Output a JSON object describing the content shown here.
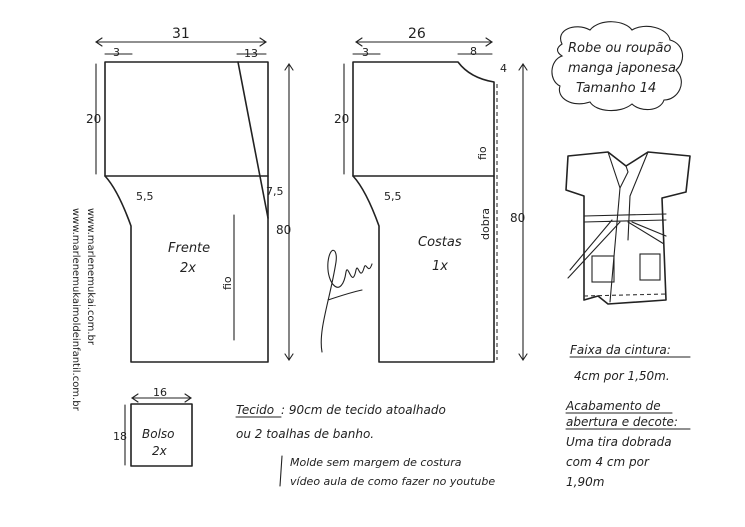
{
  "title": {
    "line1": "Robe ou roupão",
    "line2": "manga japonesa",
    "line3": "Tamanho 14"
  },
  "front": {
    "name": "Frente",
    "qty": "2x",
    "width": "31",
    "offset_left": "3",
    "offset_right": "13",
    "height_upper": "20",
    "height_total": "80",
    "curve": "5,5",
    "curve_right": "7,5",
    "grain": "fio"
  },
  "back": {
    "name": "Costas",
    "qty": "1x",
    "width": "26",
    "offset_left": "3",
    "neck_width": "8",
    "neck_depth": "4",
    "height_upper": "20",
    "height_total": "80",
    "curve": "5,5",
    "fold": "dobra",
    "grain": "fio"
  },
  "pocket": {
    "name": "Bolso",
    "qty": "2x",
    "width": "16",
    "height": "18"
  },
  "urls": {
    "url1": "www.marlenemukai.com.br",
    "url2": "www.marlenemukaimoldeinfantil.com.br"
  },
  "notes": {
    "fabric_label": "Tecido",
    "fabric_text": ": 90cm de tecido atoalhado",
    "fabric_text2": "ou 2 toalhas de banho.",
    "margin_text": "Molde sem margem de costura",
    "video_text": "vídeo aula de como fazer no youtube"
  },
  "belt": {
    "label": "Faixa da cintura:",
    "value": "4cm por 1,50m."
  },
  "finish": {
    "label1": "Acabamento de",
    "label2": "abertura e decote:",
    "text1": "Uma tira dobrada",
    "text2": "com 4 cm por",
    "text3": "1,90m"
  }
}
